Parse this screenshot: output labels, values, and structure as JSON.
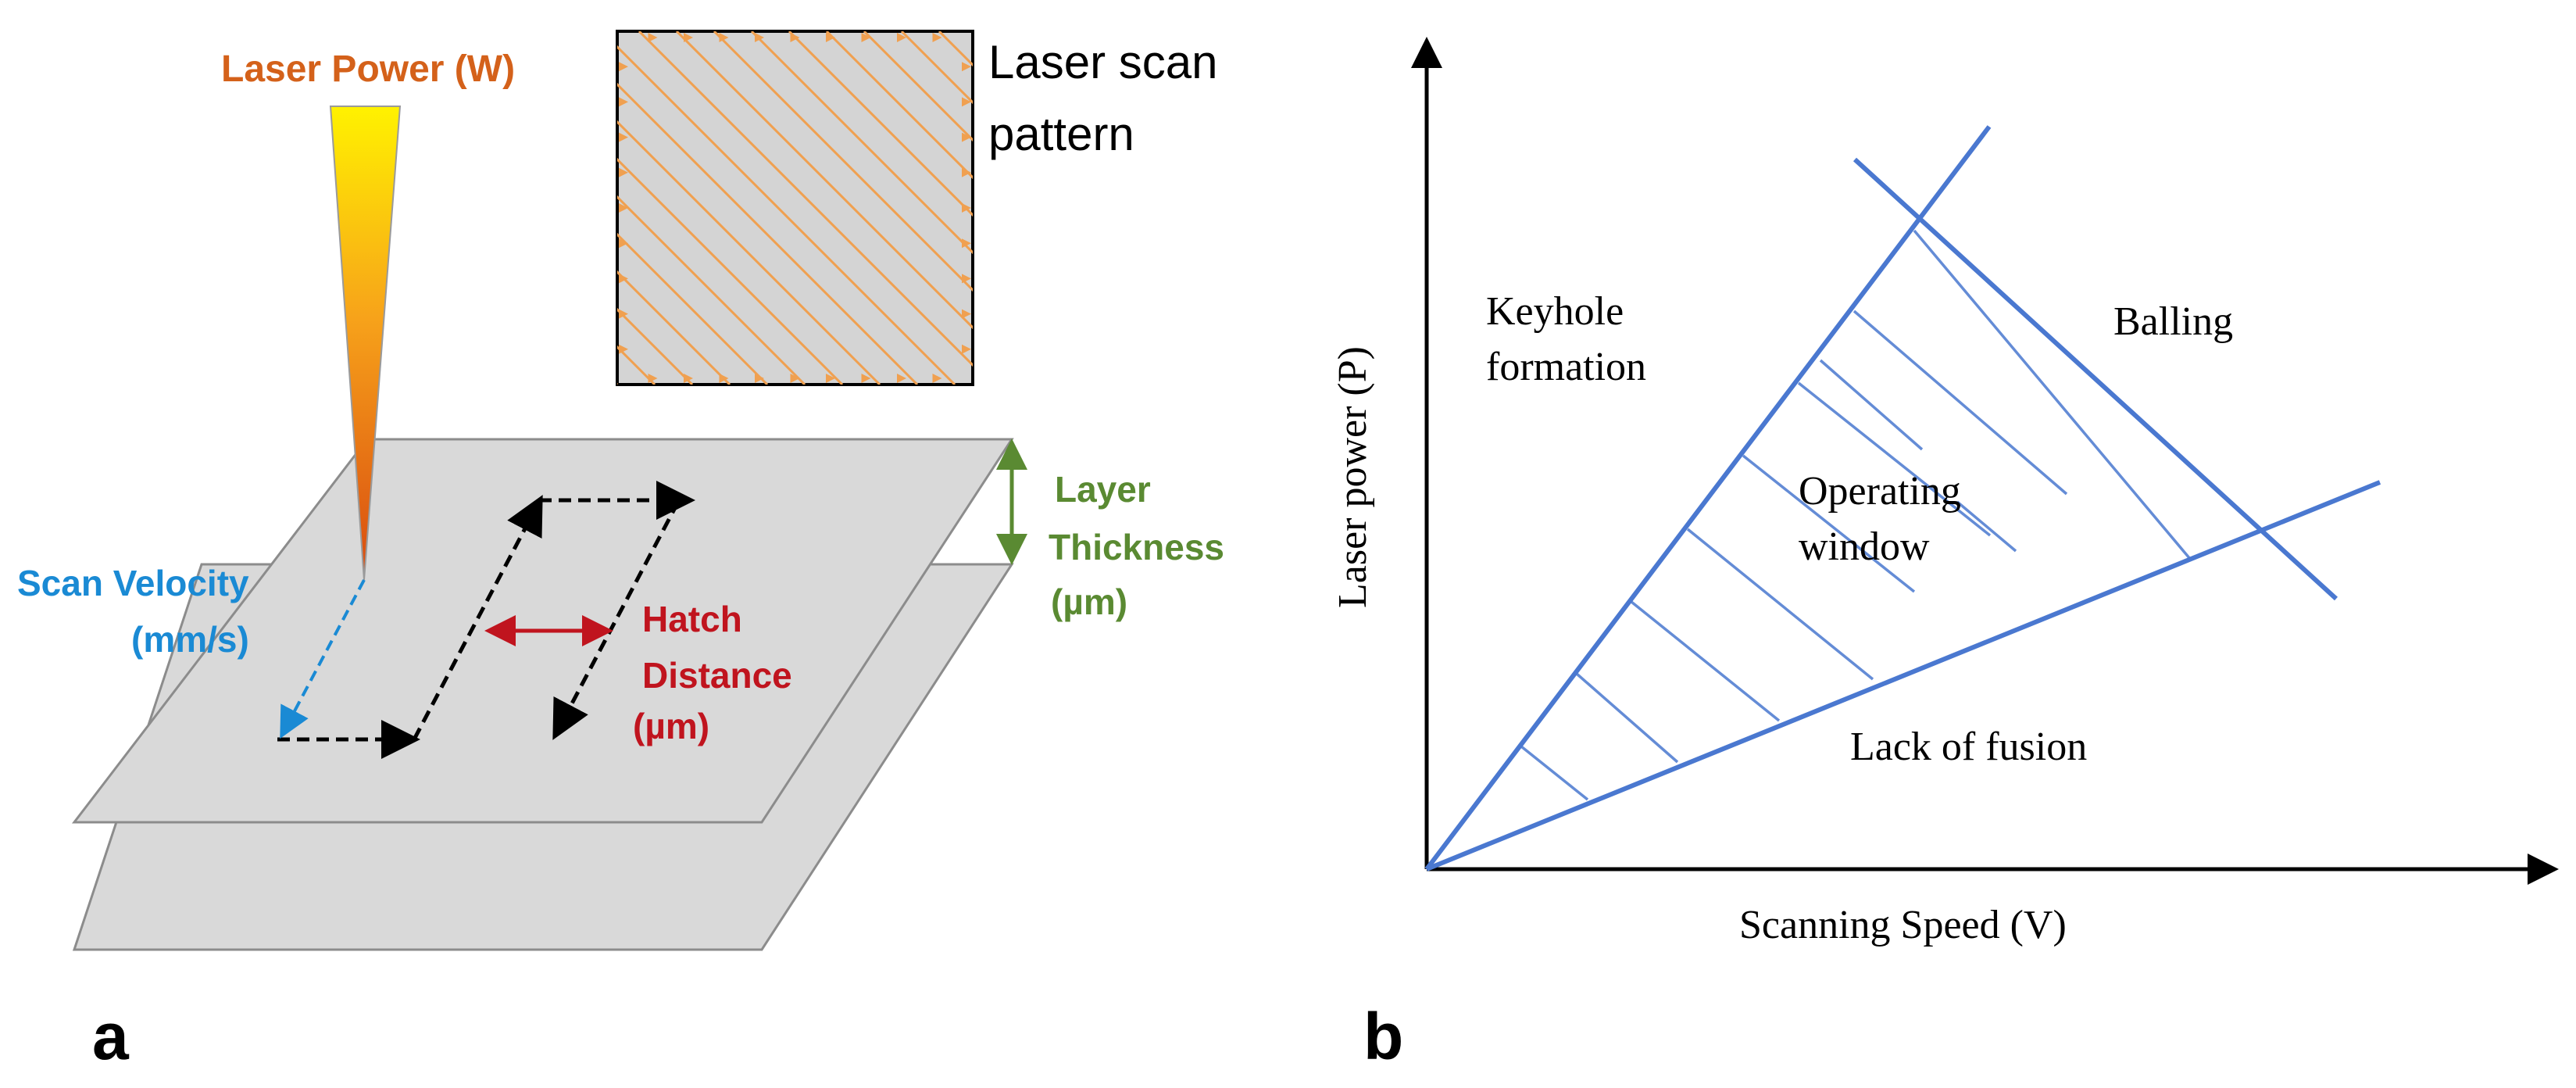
{
  "panel_a": {
    "label": "a",
    "laser_power_label": "Laser Power (W)",
    "scan_pattern_label": [
      "Laser scan",
      "pattern"
    ],
    "scan_velocity_label": [
      "Scan Velocity",
      "(mm/s)"
    ],
    "hatch_distance_label": [
      "Hatch",
      "Distance",
      "(µm)"
    ],
    "layer_thickness_label": [
      "Layer",
      "Thickness",
      "(µm)"
    ]
  },
  "panel_b": {
    "label": "b",
    "ylabel": "Laser power (P)",
    "xlabel": "Scanning Speed (V)",
    "regions": {
      "keyhole": [
        "Keyhole",
        "formation"
      ],
      "balling": "Balling",
      "operating": [
        "Operating",
        "window"
      ],
      "lack_of_fusion": "Lack of fusion"
    }
  },
  "colors": {
    "laser_power": "#d4611a",
    "scan_velocity": "#1a8ad4",
    "hatch": "#c0141e",
    "layer": "#5a8a32",
    "diagram_lines": "#4a78d0",
    "plate_fill": "#d9d9d9",
    "pattern_stroke": "#f0a050"
  }
}
